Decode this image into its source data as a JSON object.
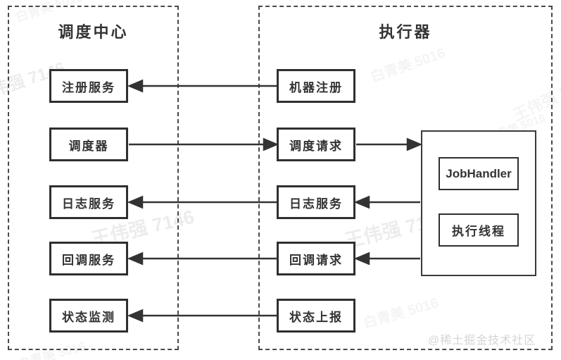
{
  "diagram": {
    "scheduler_center": {
      "title": "调度中心",
      "nodes": [
        {
          "id": "register-service",
          "label": "注册服务"
        },
        {
          "id": "scheduler",
          "label": "调度器"
        },
        {
          "id": "log-service",
          "label": "日志服务"
        },
        {
          "id": "callback-service",
          "label": "回调服务"
        },
        {
          "id": "status-monitor",
          "label": "状态监测"
        }
      ]
    },
    "executor": {
      "title": "执行器",
      "nodes": [
        {
          "id": "machine-register",
          "label": "机器注册"
        },
        {
          "id": "schedule-request",
          "label": "调度请求"
        },
        {
          "id": "log-service",
          "label": "日志服务"
        },
        {
          "id": "callback-request",
          "label": "回调请求"
        },
        {
          "id": "status-report",
          "label": "状态上报"
        }
      ],
      "runtime": {
        "nodes": [
          {
            "id": "job-handler",
            "label": "JobHandler"
          },
          {
            "id": "execution-thread",
            "label": "执行线程"
          }
        ]
      }
    },
    "edges": [
      {
        "from": "机器注册",
        "to": "注册服务"
      },
      {
        "from": "调度器",
        "to": "调度请求"
      },
      {
        "from": "调度请求",
        "to": "执行器内部"
      },
      {
        "from": "执行器内部",
        "to": "日志服务(执行器)"
      },
      {
        "from": "日志服务(执行器)",
        "to": "日志服务(调度中心)"
      },
      {
        "from": "执行器内部",
        "to": "回调请求"
      },
      {
        "from": "回调请求",
        "to": "回调服务"
      },
      {
        "from": "状态上报",
        "to": "状态监测"
      }
    ],
    "watermarks": [
      "王伟强 7146",
      "白青美 5016"
    ],
    "credit": "@稀土掘金技术社区",
    "colors": {
      "box_border": "#2f2f2f",
      "dashed_border": "#4a4a4a",
      "arrow": "#333333",
      "text": "#333333",
      "credit_text": "#d5d5d5"
    }
  }
}
